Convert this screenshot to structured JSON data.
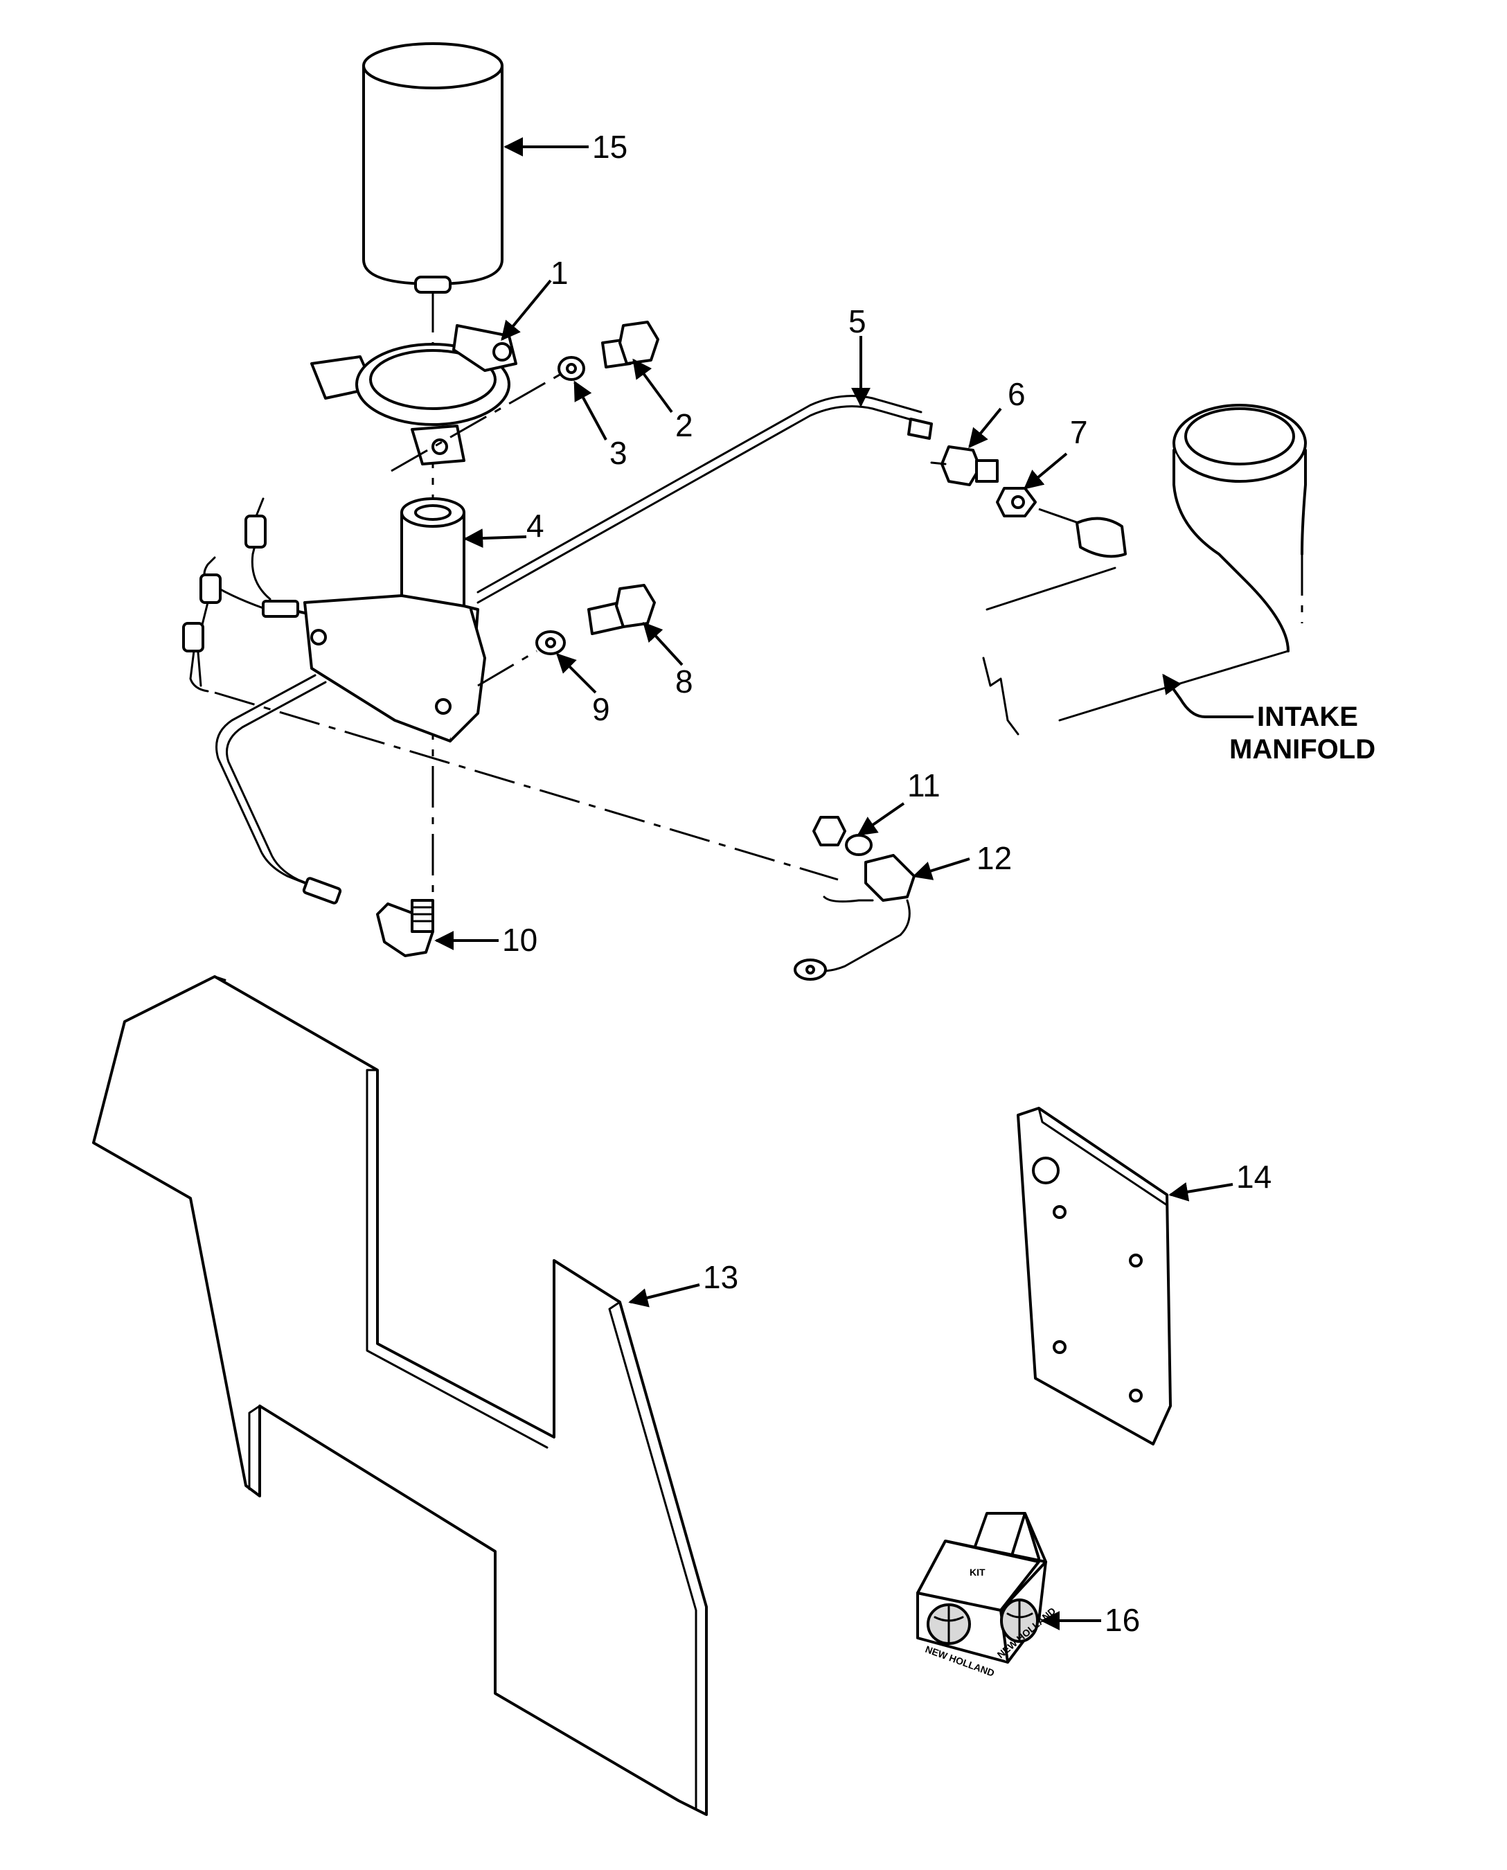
{
  "callouts": {
    "c1": "1",
    "c2": "2",
    "c3": "3",
    "c4": "4",
    "c5": "5",
    "c6": "6",
    "c7": "7",
    "c8": "8",
    "c9": "9",
    "c10": "10",
    "c11": "11",
    "c12": "12",
    "c13": "13",
    "c14": "14",
    "c15": "15",
    "c16": "16"
  },
  "labels": {
    "intake_line1": "INTAKE",
    "intake_line2": "MANIFOLD"
  },
  "kit_box": {
    "top": "KIT",
    "side_left": "NEW HOLLAND",
    "side_right": "NEW HOLLAND"
  }
}
